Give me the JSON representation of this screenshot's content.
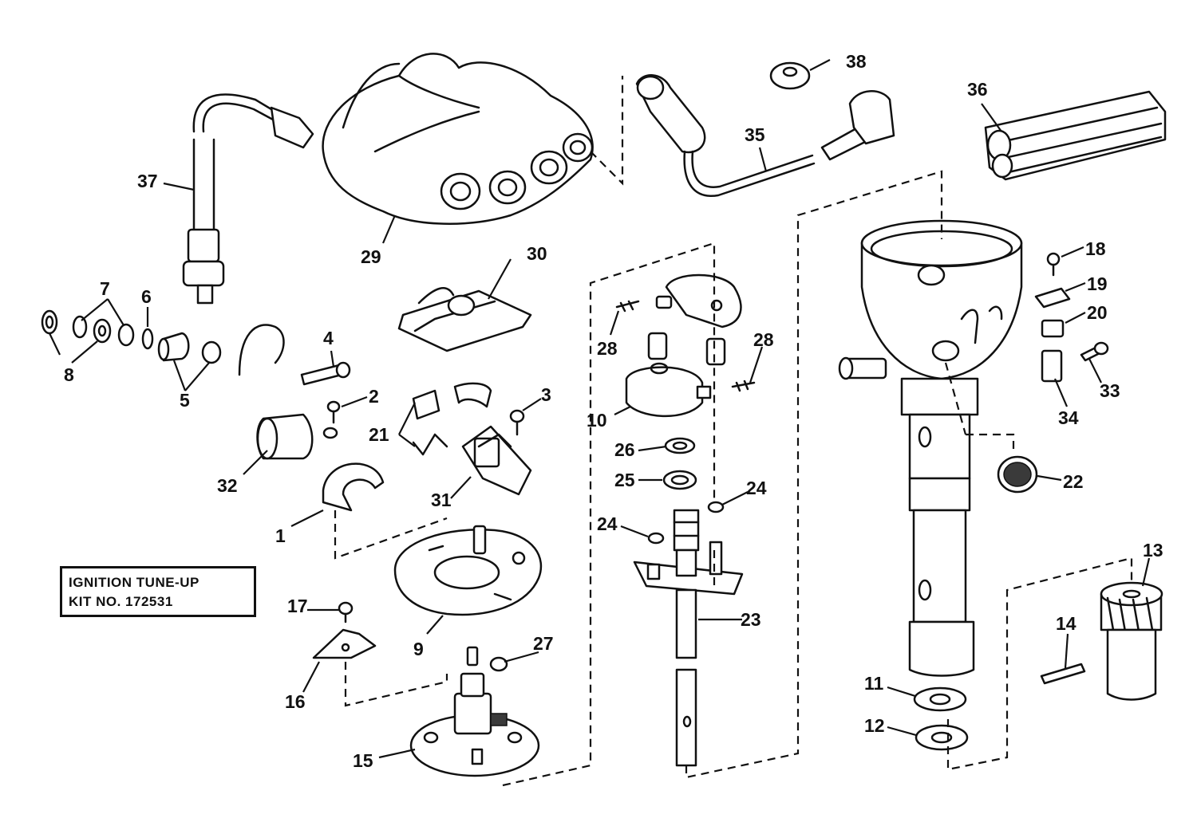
{
  "kit_box": {
    "line1": "IGNITION TUNE-UP",
    "line2": "KIT NO. 172531"
  },
  "callouts": {
    "c1": "1",
    "c2": "2",
    "c3": "3",
    "c4": "4",
    "c5": "5",
    "c6": "6",
    "c7": "7",
    "c8": "8",
    "c9": "9",
    "c10": "10",
    "c11": "11",
    "c12": "12",
    "c13": "13",
    "c14": "14",
    "c15": "15",
    "c16": "16",
    "c17": "17",
    "c18": "18",
    "c19": "19",
    "c20": "20",
    "c21": "21",
    "c22": "22",
    "c23": "23",
    "c24a": "24",
    "c24b": "24",
    "c25": "25",
    "c26": "26",
    "c27": "27",
    "c28a": "28",
    "c28b": "28",
    "c29": "29",
    "c30": "30",
    "c31": "31",
    "c32": "32",
    "c33": "33",
    "c34": "34",
    "c35": "35",
    "c36": "36",
    "c37": "37",
    "c38": "38"
  }
}
